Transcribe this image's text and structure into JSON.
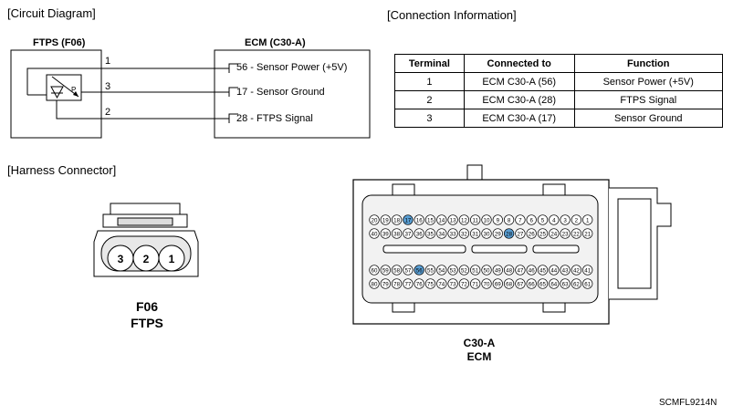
{
  "circuit": {
    "section_title": "[Circuit Diagram]",
    "ftps_title": "FTPS (F06)",
    "ecm_title": "ECM (C30-A)",
    "pin_numbers": [
      "1",
      "3",
      "2"
    ],
    "sensor_symbol_label": "P",
    "ecm_lines": [
      "56 - Sensor Power (+5V)",
      "17 - Sensor Ground",
      "28 - FTPS Signal"
    ]
  },
  "connection": {
    "section_title": "[Connection Information]",
    "headers": [
      "Terminal",
      "Connected to",
      "Function"
    ],
    "rows": [
      [
        "1",
        "ECM C30-A (56)",
        "Sensor Power (+5V)"
      ],
      [
        "2",
        "ECM C30-A (28)",
        "FTPS Signal"
      ],
      [
        "3",
        "ECM C30-A (17)",
        "Sensor Ground"
      ]
    ]
  },
  "harness": {
    "section_title": "[Harness Connector]",
    "f06_pins": [
      "3",
      "2",
      "1"
    ],
    "f06_caption_line1": "F06",
    "f06_caption_line2": "FTPS",
    "ecm_caption_line1": "C30-A",
    "ecm_caption_line2": "ECM",
    "highlight_color": "#5a9fd4",
    "ecm_rows": [
      [
        "20",
        "19",
        "18",
        "17",
        "16",
        "15",
        "14",
        "13",
        "12",
        "11",
        "10",
        "9",
        "8",
        "7",
        "6",
        "5",
        "4",
        "3",
        "2",
        "1"
      ],
      [
        "40",
        "39",
        "38",
        "37",
        "36",
        "35",
        "34",
        "33",
        "32",
        "31",
        "30",
        "29",
        "28",
        "27",
        "26",
        "25",
        "24",
        "23",
        "22",
        "21"
      ],
      [
        "60",
        "59",
        "58",
        "57",
        "56",
        "55",
        "54",
        "53",
        "52",
        "51",
        "50",
        "49",
        "48",
        "47",
        "46",
        "45",
        "44",
        "43",
        "42",
        "41"
      ],
      [
        "80",
        "79",
        "78",
        "77",
        "76",
        "75",
        "74",
        "73",
        "72",
        "71",
        "70",
        "69",
        "68",
        "67",
        "66",
        "65",
        "64",
        "63",
        "62",
        "61"
      ]
    ],
    "highlighted_pins": [
      "17",
      "28",
      "56"
    ]
  },
  "footer_code": "SCMFL9214N"
}
